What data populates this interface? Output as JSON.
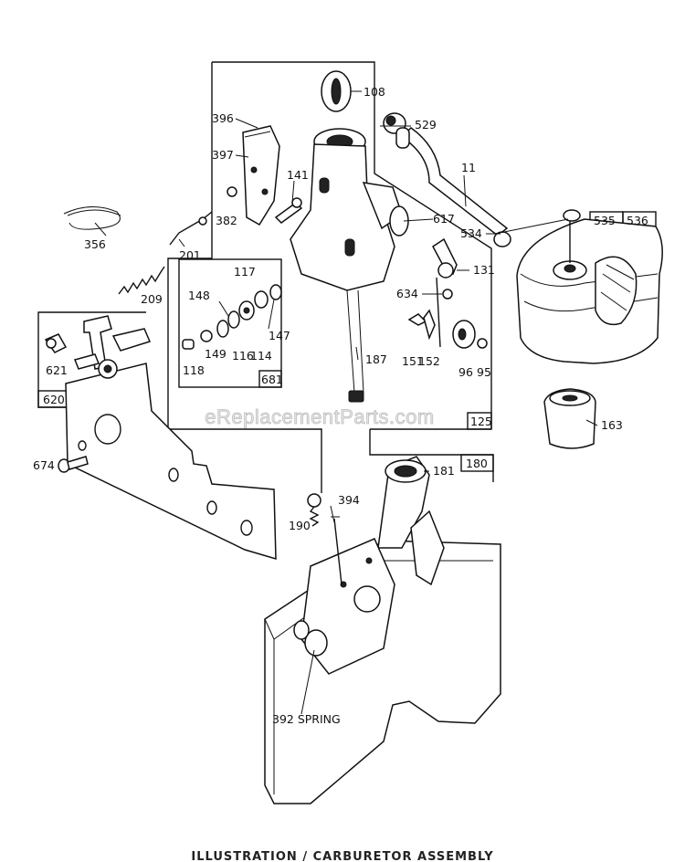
{
  "watermark": "eReplacementParts.com",
  "part_labels": {
    "p108": "108",
    "p396": "396",
    "p529": "529",
    "p11": "11",
    "p397": "397",
    "p141": "141",
    "p617": "617",
    "p382": "382",
    "p356": "356",
    "p201": "201",
    "p534": "534",
    "p535": "535",
    "p536": "536",
    "p117": "117",
    "p131": "131",
    "p209": "209",
    "p148": "148",
    "p634": "634",
    "p147": "147",
    "p118": "118",
    "p149": "149",
    "p116": "116",
    "p114": "114",
    "p187": "187",
    "p151": "151",
    "p152": "152",
    "p96": "96",
    "p95": "95",
    "p621": "621",
    "p681": "681",
    "p620": "620",
    "p125": "125",
    "p163": "163",
    "p674": "674",
    "p181": "181",
    "p180": "180",
    "p394": "394",
    "p190": "190",
    "p392": "392 SPRING"
  },
  "footer_text": "ILLUSTRATION / CARBURETOR ASSEMBLY"
}
